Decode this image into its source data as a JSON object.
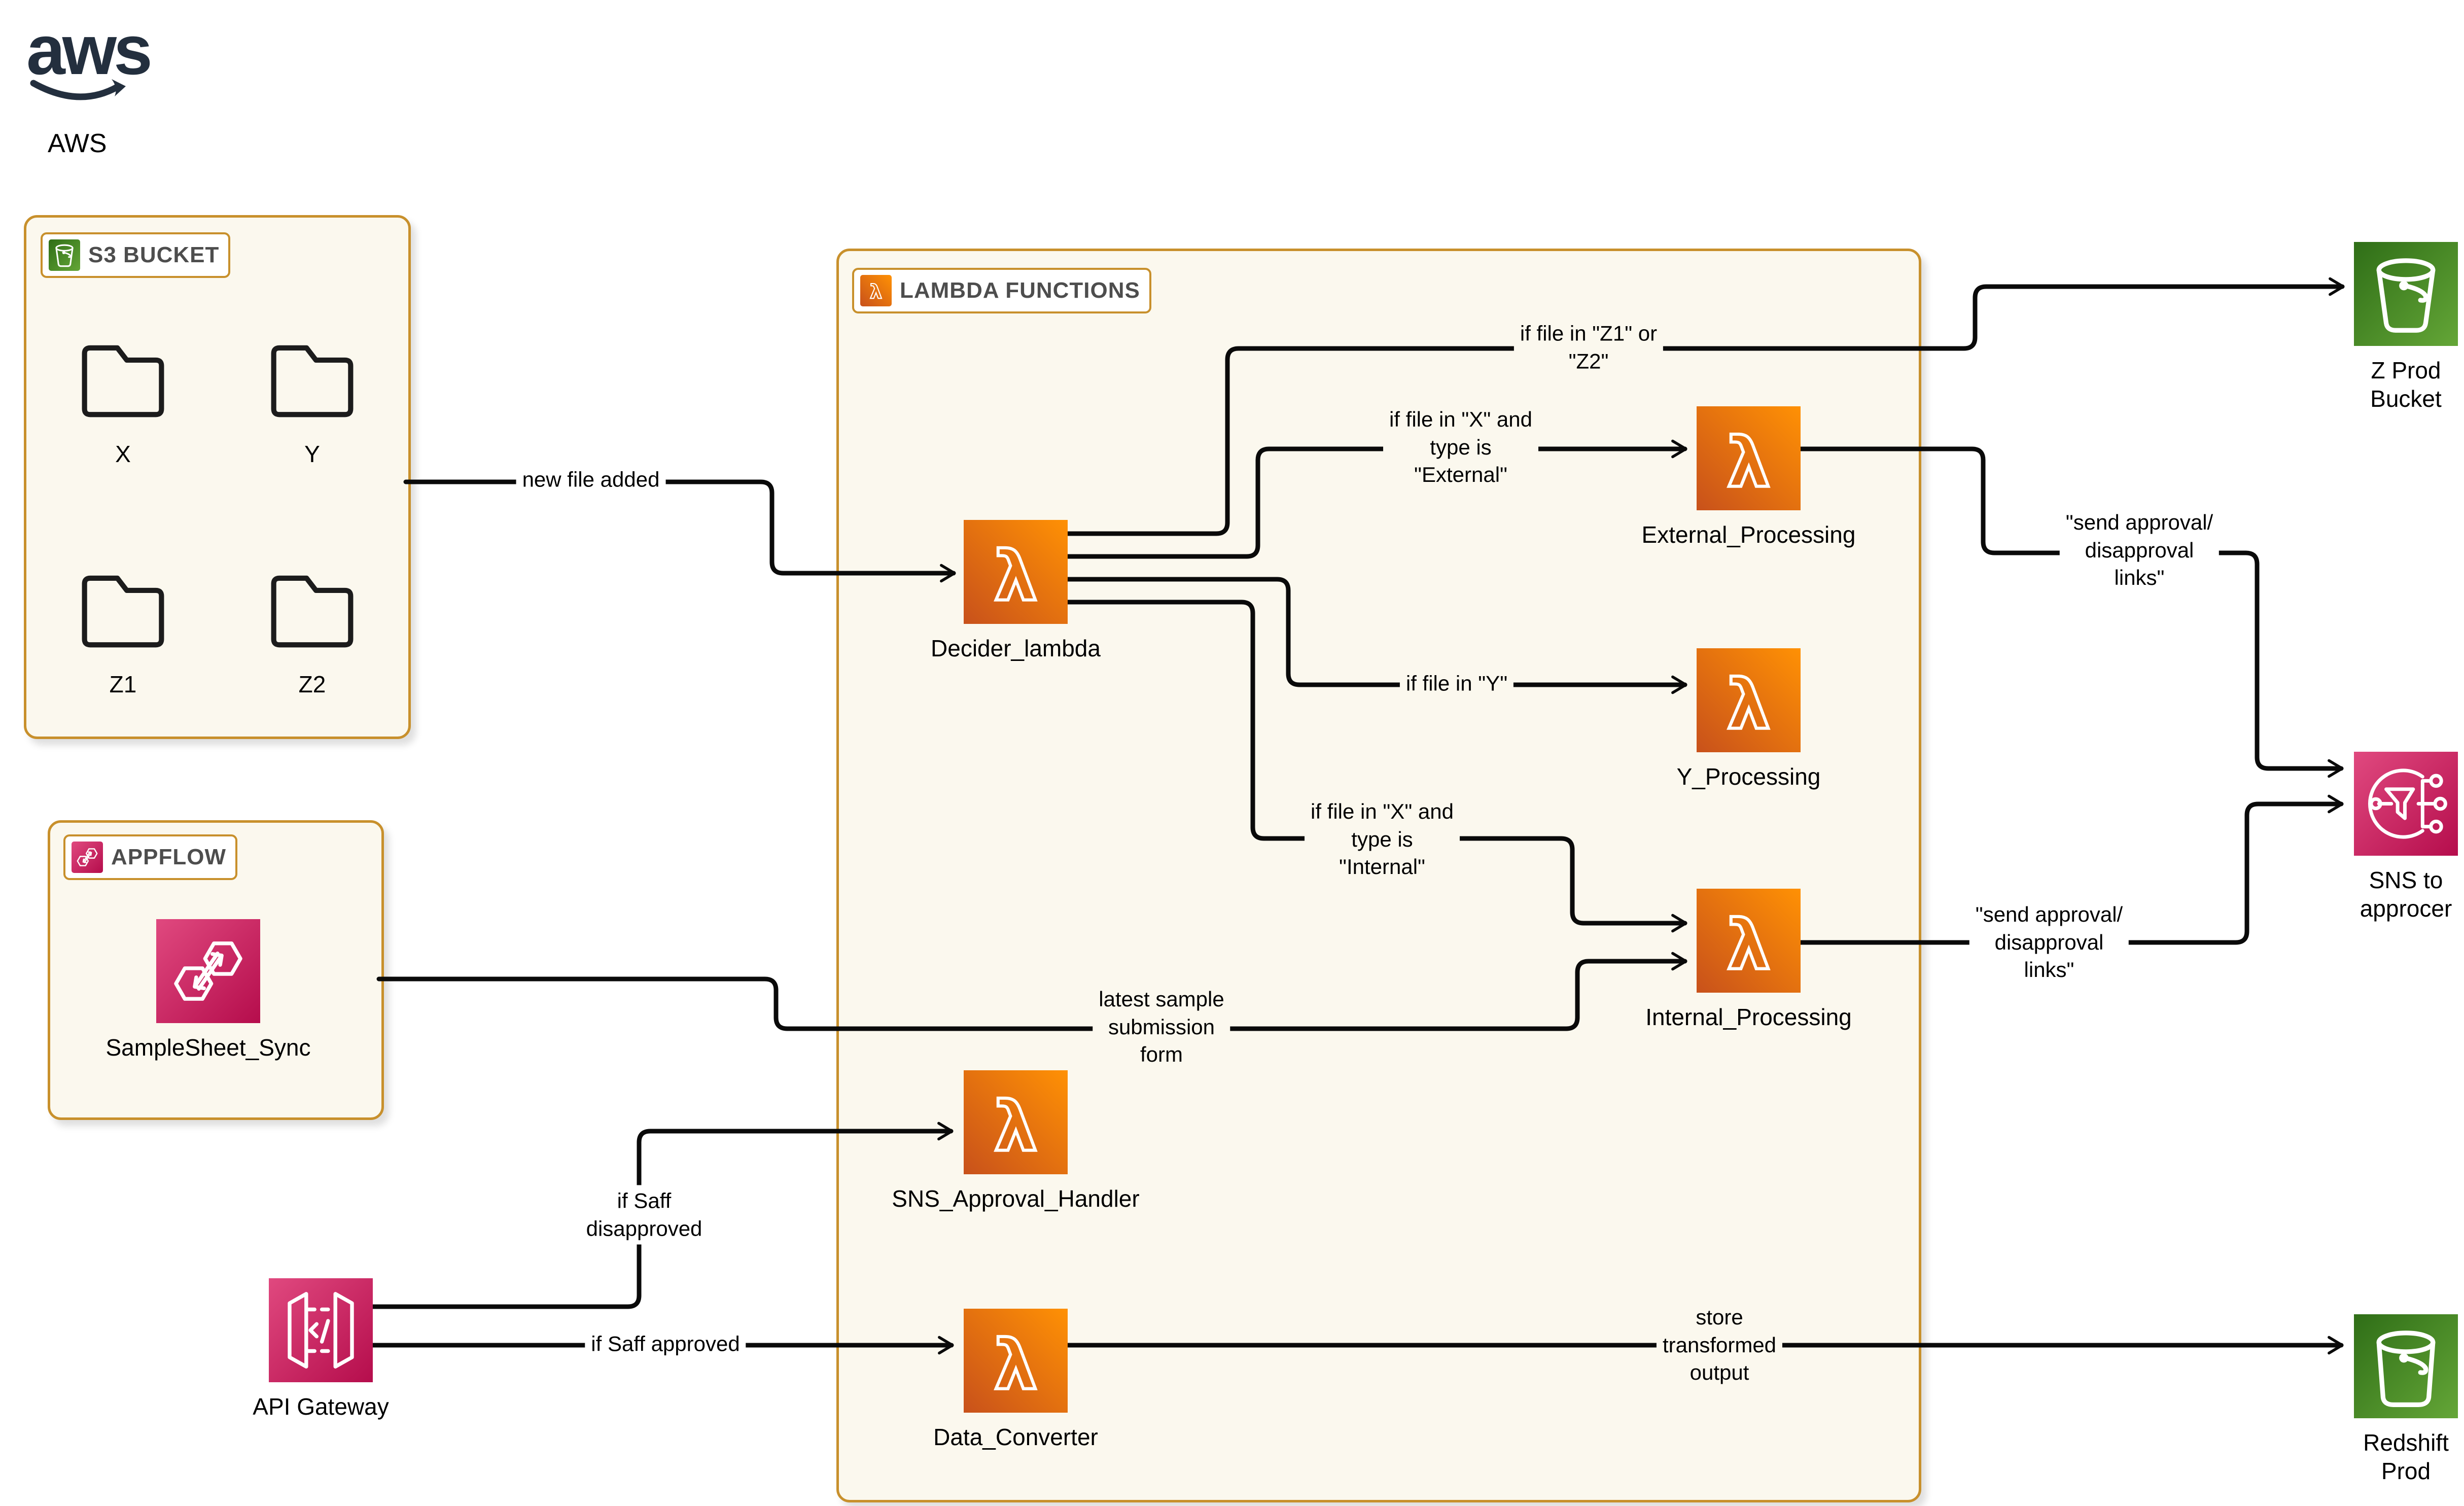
{
  "logo": {
    "wordmark": "aws",
    "label": "AWS"
  },
  "s3_group": {
    "badge": "S3 BUCKET",
    "folders": [
      "X",
      "Y",
      "Z1",
      "Z2"
    ]
  },
  "appflow_group": {
    "badge": "APPFLOW",
    "node_label": "SampleSheet_Sync"
  },
  "lambda_group": {
    "badge": "LAMBDA FUNCTIONS"
  },
  "nodes": {
    "decider": "Decider_lambda",
    "external": "External_Processing",
    "y_processing": "Y_Processing",
    "internal": "Internal_Processing",
    "sns_approval_handler": "SNS_Approval_Handler",
    "data_converter": "Data_Converter",
    "api_gateway": "API Gateway",
    "z_prod_bucket": "Z Prod\nBucket",
    "sns_to_approcer": "SNS to\napprocer",
    "redshift_prod": "Redshift\nProd"
  },
  "edge_labels": {
    "new_file": "new file added",
    "route_z": "if file in \"Z1\" or\n\"Z2\"",
    "route_external": "if file in \"X\" and\ntype is\n\"External\"",
    "route_y": "if file in \"Y\"",
    "route_internal": "if file in \"X\" and\ntype is\n\"Internal\"",
    "sample_form": "latest sample\nsubmission\nform",
    "approval_links_top": "\"send approval/\ndisapproval\nlinks\"",
    "approval_links_bottom": "\"send approval/\ndisapproval\nlinks\"",
    "saff_disapproved": "if Saff\ndisapproved",
    "saff_approved": "if Saff approved",
    "store_output": "store\ntransformed\noutput"
  },
  "colors": {
    "group_border": "#C8902C",
    "group_bg": "#FBF8EE",
    "lambda_orange_from": "#C8511B",
    "lambda_orange_to": "#FF9104",
    "s3_green_from": "#2F6E17",
    "s3_green_to": "#64A637",
    "pink_from": "#E0497F",
    "pink_to": "#B50D4C",
    "line": "#0a0a0a",
    "badge_text": "#4d4d4d"
  }
}
